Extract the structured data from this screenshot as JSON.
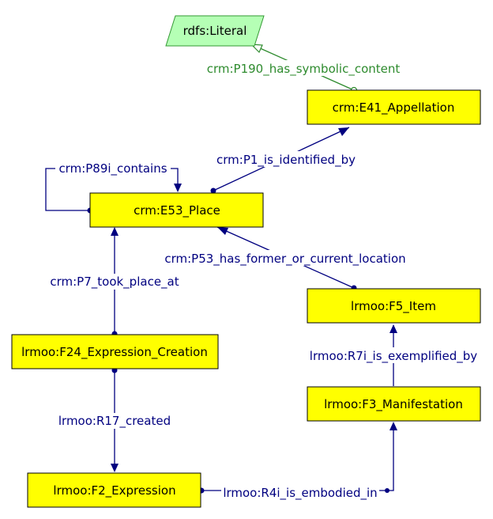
{
  "colors": {
    "node_fill": "#ffff00",
    "node_stroke": "#000000",
    "literal_fill": "#b5ffb5",
    "literal_stroke": "#339933",
    "edge_color": "#000080",
    "literal_edge_color": "#2e8b2e"
  },
  "nodes": {
    "literal": "rdfs:Literal",
    "appellation": "crm:E41_Appellation",
    "place": "crm:E53_Place",
    "item": "lrmoo:F5_Item",
    "expression_creation": "lrmoo:F24_Expression_Creation",
    "manifestation": "lrmoo:F3_Manifestation",
    "expression": "lrmoo:F2_Expression"
  },
  "edges": {
    "has_symbolic_content": "crm:P190_has_symbolic_content",
    "is_identified_by": "crm:P1_is_identified_by",
    "contains": "crm:P89i_contains",
    "former_or_current_location": "crm:P53_has_former_or_current_location",
    "took_place_at": "crm:P7_took_place_at",
    "is_exemplified_by": "lrmoo:R7i_is_exemplified_by",
    "created": "lrmoo:R17_created",
    "is_embodied_in": "lrmoo:R4i_is_embodied_in"
  }
}
